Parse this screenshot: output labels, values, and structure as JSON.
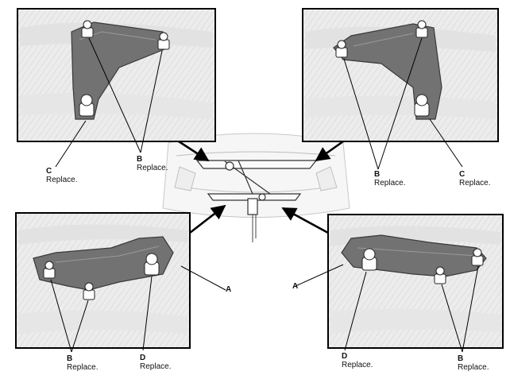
{
  "callouts": {
    "c_top_left": {
      "letter": "C",
      "note": "Replace."
    },
    "b_top_left": {
      "letter": "B",
      "note": "Replace."
    },
    "b_top_right": {
      "letter": "B",
      "note": "Replace."
    },
    "c_top_right": {
      "letter": "C",
      "note": "Replace."
    },
    "a_left": {
      "letter": "A"
    },
    "a_right": {
      "letter": "A"
    },
    "b_bottom_left": {
      "letter": "B",
      "note": "Replace."
    },
    "d_bottom_left": {
      "letter": "D",
      "note": "Replace."
    },
    "d_bottom_right": {
      "letter": "D",
      "note": "Replace."
    },
    "b_bottom_right": {
      "letter": "B",
      "note": "Replace."
    }
  },
  "colors": {
    "frame": "#000000",
    "drawing_bg": "#f3f3f3",
    "part": "#6f6f6f",
    "bolt": "#ffffff",
    "leader": "#000000"
  }
}
